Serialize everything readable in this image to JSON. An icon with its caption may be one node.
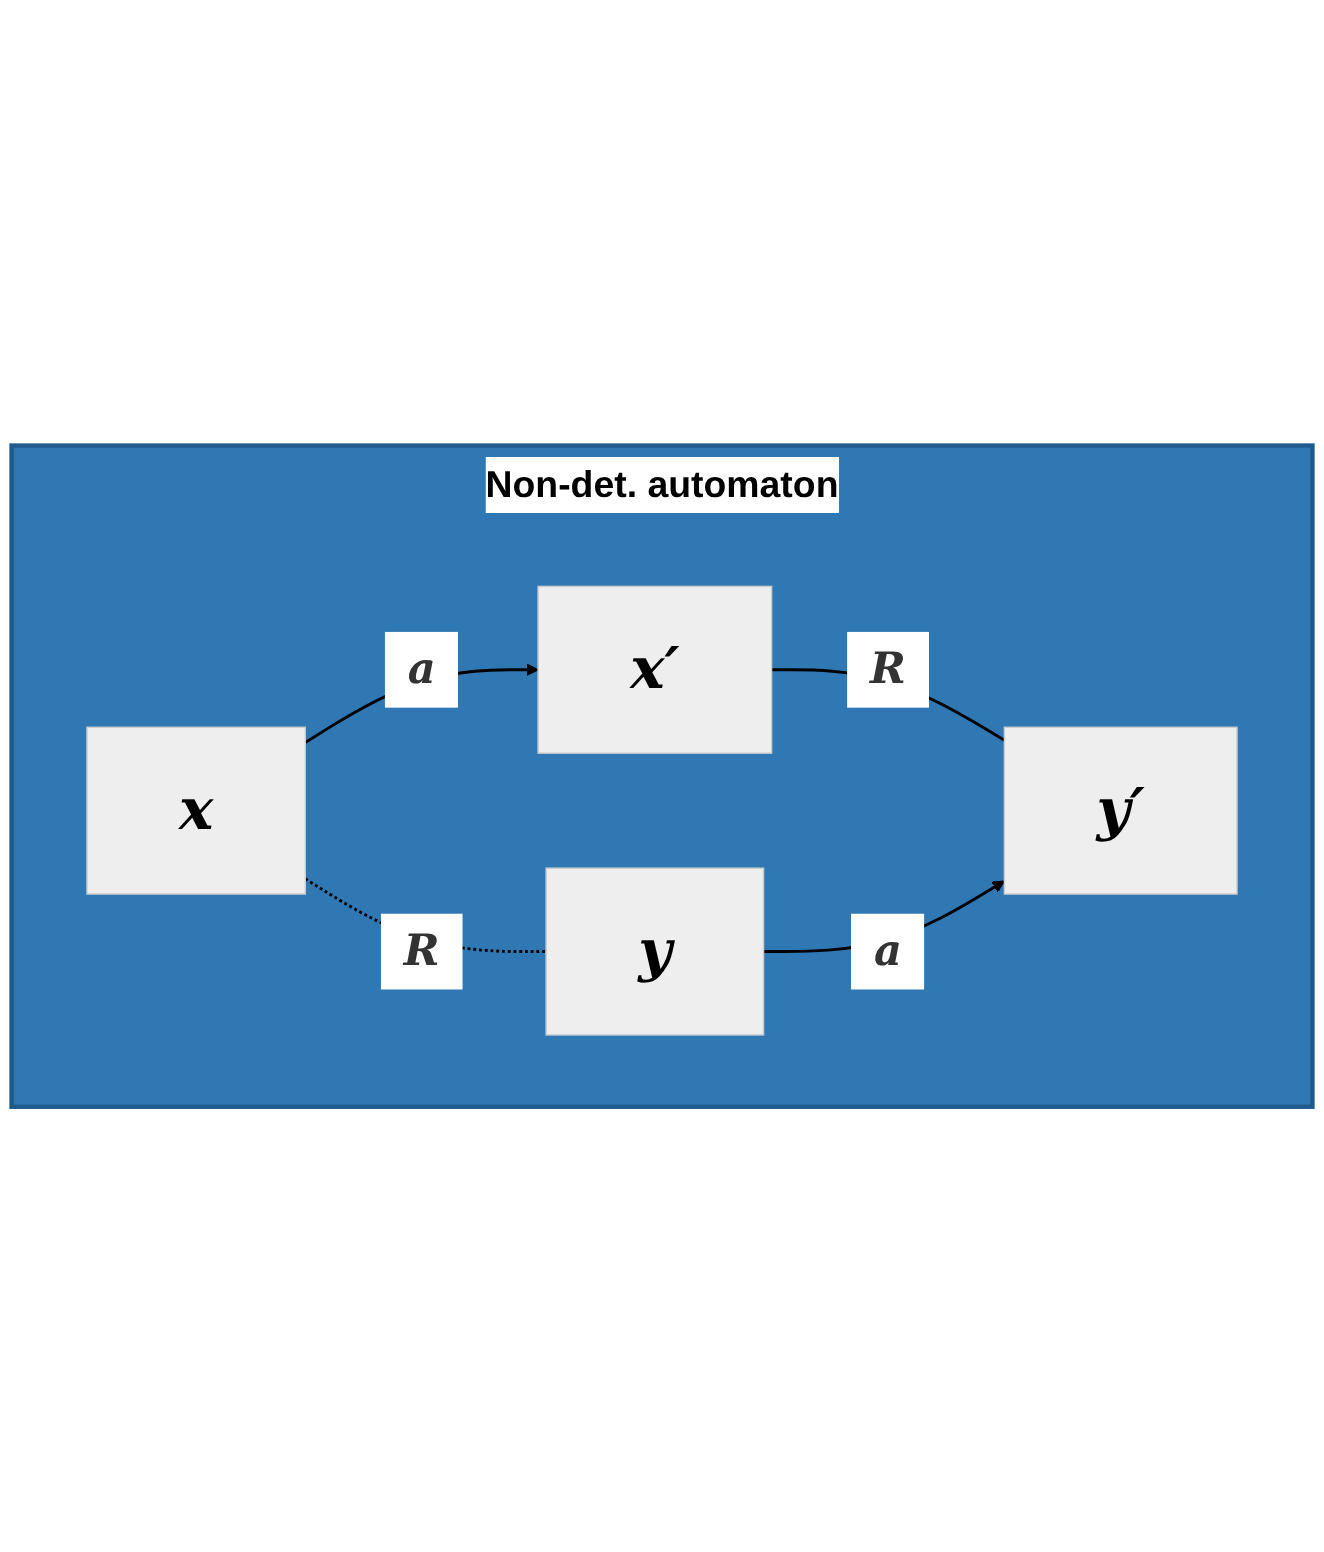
{
  "diagram": {
    "nodes": [
      {
        "text": [
          "Non-det. automaton"
        ]
      },
      {
        "text": [
          "x′"
        ],
        "in": 0
      },
      {
        "text": [
          "y′"
        ],
        "in": 0
      },
      {
        "text": [
          "x"
        ],
        "in": 0
      },
      {
        "text": [
          "y"
        ],
        "in": 0
      }
    ],
    "edges": [
      {
        "from": 1,
        "to": 2,
        "arrow": "none",
        "label": "R"
      },
      {
        "from": 3,
        "to": 1,
        "arrow": "to",
        "label": "a"
      },
      {
        "from": 4,
        "to": 2,
        "arrow": "to",
        "label": "a"
      },
      {
        "from": 3,
        "to": 4,
        "arrow": "none",
        "label": "R",
        "style": "dashed"
      }
    ]
  }
}
